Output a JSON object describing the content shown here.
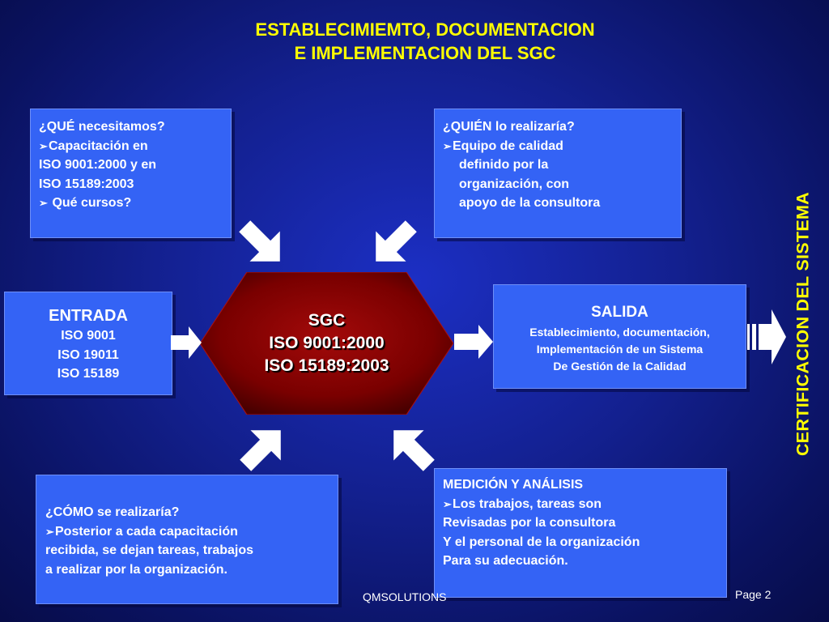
{
  "title": {
    "line1": "ESTABLECIMIEMTO, DOCUMENTACION",
    "line2": "E IMPLEMENTACION DEL SGC"
  },
  "que_box": {
    "line1": "¿QUÉ necesitamos?",
    "bullet1": "Capacitación en",
    "line3": "ISO 9001:2000 y en",
    "line4": "ISO 15189:2003",
    "bullet2": " Qué cursos?"
  },
  "quien_box": {
    "line1": "¿QUIÉN lo realizaría?",
    "bullet1": "Equipo de calidad",
    "line3": "definido por la",
    "line4": "organización, con",
    "line5": "apoyo de la consultora"
  },
  "entrada_box": {
    "heading": "ENTRADA",
    "items": [
      "ISO 9001",
      "ISO 19011",
      "ISO 15189"
    ]
  },
  "center": {
    "line1": "SGC",
    "line2": "ISO 9001:2000",
    "line3": "ISO 15189:2003"
  },
  "salida_box": {
    "heading": "SALIDA",
    "line1": "Establecimiento, documentación,",
    "line2": "Implementación de un Sistema",
    "line3": "De Gestión de la Calidad"
  },
  "como_box": {
    "line1": "¿CÓMO se realizaría?",
    "bullet1": "Posterior a cada capacitación",
    "line3": "recibida, se dejan tareas, trabajos",
    "line4": "a realizar por la organización."
  },
  "medicion_box": {
    "line1": "MEDICIÓN Y ANÁLISIS",
    "bullet1": "Los trabajos, tareas son",
    "line3": "Revisadas por la consultora",
    "line4": "Y el personal de la organización",
    "line5": "Para su adecuación."
  },
  "side_text": "CERTIFICACION DEL SISTEMA",
  "footer": {
    "center": "QMSOLUTIONS",
    "page": "Page 2"
  },
  "icons": {
    "bullet": "arrowhead-bullet-icon",
    "arrows": "white-block-arrow-icon"
  },
  "colors": {
    "title": "#ffff00",
    "box_fill": "#3463f5",
    "hexagon": "#8b0000",
    "side_text": "#ffff00"
  }
}
